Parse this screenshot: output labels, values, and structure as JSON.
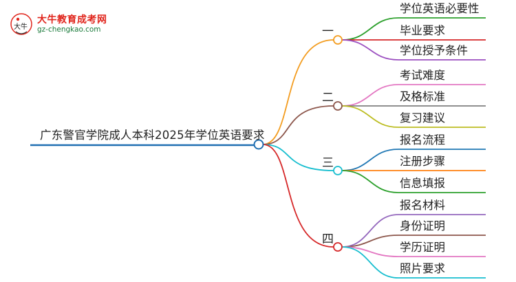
{
  "logo": {
    "title": "大牛教育成考网",
    "url": "gz-chengkao.com",
    "mark_text": "大牛",
    "mark_icon": "chick-mascot-icon",
    "colors": {
      "title": "#e0241b",
      "url": "#1a7a3a"
    }
  },
  "root": {
    "label": "广东警官学院成人本科2025年学位英语要求",
    "line_color": "#1f6fb2"
  },
  "branches": [
    {
      "label": "一",
      "color": "#f39c1f",
      "children": [
        {
          "label": "学位英语必要性",
          "color": "#2ca02c"
        },
        {
          "label": "毕业要求",
          "color": "#d62728"
        },
        {
          "label": "学位授予条件",
          "color": "#9b4fc0"
        }
      ]
    },
    {
      "label": "二",
      "color": "#8c564b",
      "children": [
        {
          "label": "考试难度",
          "color": "#e377c2"
        },
        {
          "label": "及格标准",
          "color": "#7f7f7f"
        },
        {
          "label": "复习建议",
          "color": "#bcbd22"
        }
      ]
    },
    {
      "label": "三",
      "color": "#17becf",
      "children": [
        {
          "label": "报名流程",
          "color": "#1f77b4"
        },
        {
          "label": "注册步骤",
          "color": "#ff7f0e"
        },
        {
          "label": "信息填报",
          "color": "#2ca02c"
        }
      ]
    },
    {
      "label": "四",
      "color": "#d62728",
      "children": [
        {
          "label": "报名材料",
          "color": "#9467bd"
        },
        {
          "label": "身份证明",
          "color": "#8c564b"
        },
        {
          "label": "学历证明",
          "color": "#e377c2"
        },
        {
          "label": "照片要求",
          "color": "#17becf"
        }
      ]
    }
  ]
}
